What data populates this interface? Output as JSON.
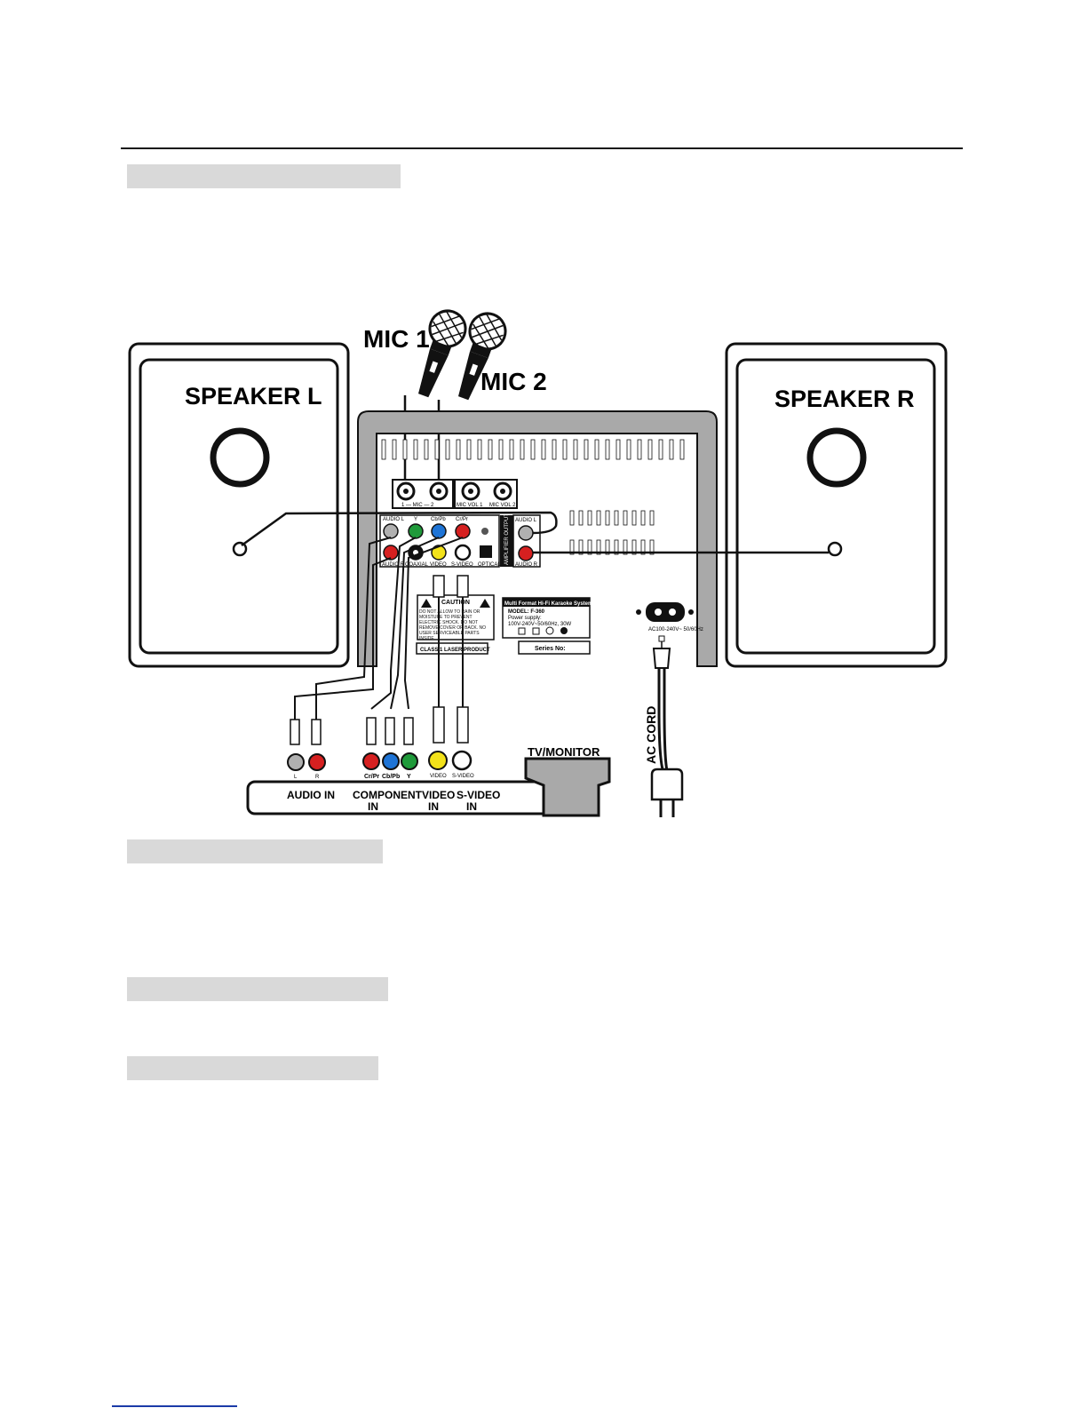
{
  "labels": {
    "mic1": "MIC 1",
    "mic2": "MIC 2",
    "speaker_left": "SPEAKER L",
    "speaker_right": "SPEAKER R",
    "tv_monitor": "TV/MONITOR",
    "ac_cord": "AC CORD",
    "mic_panel": "1 — MIC — 2",
    "mic_vol1": "MIC VOL 1",
    "mic_vol2": "MIC VOL 2",
    "audio_l": "AUDIO L",
    "audio_r": "AUDIO R",
    "jack_y": "Y",
    "jack_cb": "Cb/Pb",
    "jack_cr": "Cr/Pr",
    "coaxial": "COAXIAL",
    "video": "VIDEO",
    "s_video": "S-VIDEO",
    "optical": "OPTICAL",
    "amp_output": "AMPLIFIER OUTPUT",
    "out_l": "AUDIO L",
    "out_r": "AUDIO R",
    "caution": "CAUTION",
    "caution_text": "DO NOT ALLOW TO RAIN OR MOISTURE TO PREVENT ELECTRIC SHOCK. DO NOT REMOVE COVER OR BACK. NO USER SERVICEABLE PARTS INSIDE",
    "laser_label": "CLASS 1 LASER PRODUCT",
    "system_name": "Multi Format Hi-Fi Karaoke System",
    "model": "MODEL: F-360",
    "power_supply": "Power supply:",
    "power_rating": "100V-240V~50/60Hz, 30W",
    "series_no": "Series No:",
    "ac_rating": "AC100-240V~ 50/60Hz",
    "tv_l": "L",
    "tv_r": "R",
    "tv_cr": "Cr/Pr",
    "tv_cb": "Cb/Pb",
    "tv_y": "Y",
    "tv_video": "VIDEO",
    "tv_svideo": "S-VIDEO",
    "audio_in": "AUDIO IN",
    "component_in_1": "COMPONENT",
    "component_in_2": "IN",
    "video_in_1": "VIDEO",
    "video_in_2": "IN",
    "svideo_in_1": "S-VIDEO",
    "svideo_in_2": "IN"
  },
  "colors": {
    "red": "#d62020",
    "green": "#1f9a3a",
    "blue": "#1e74d6",
    "yellow": "#f3e21a",
    "gray": "#b0b0b0",
    "panel_bar": "#d9d9d9",
    "housing": "#a9a9a9"
  }
}
